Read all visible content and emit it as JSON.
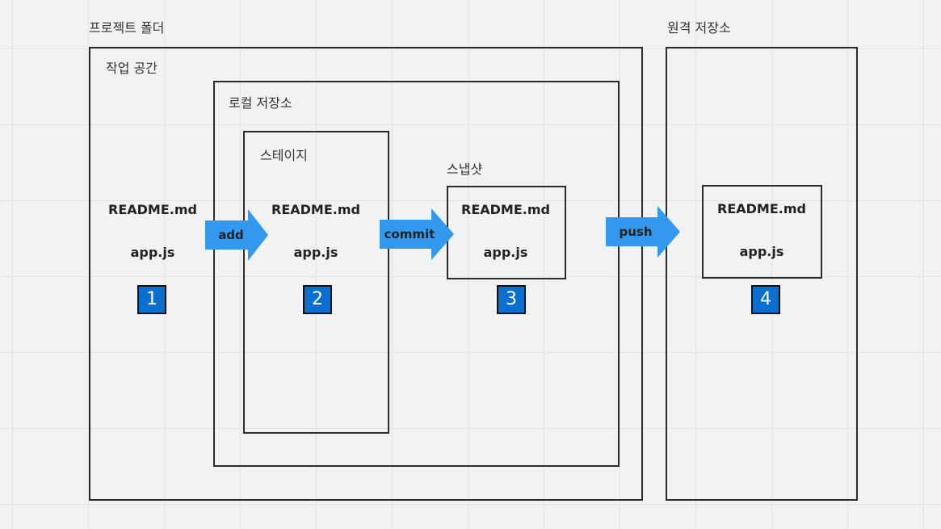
{
  "regions": {
    "project_folder": "프로젝트 폴더",
    "workspace": "작업 공간",
    "local_repo": "로컬 저장소",
    "stage": "스테이지",
    "snapshot": "스냅샷",
    "remote_repo": "원격 저장소"
  },
  "files": {
    "readme": "README.md",
    "app": "app.js"
  },
  "arrows": {
    "add": "add",
    "commit": "commit",
    "push": "push"
  },
  "badges": [
    "1",
    "2",
    "3",
    "4"
  ],
  "colors": {
    "badge": "#0a6fce",
    "arrow": "#3399ee",
    "border": "#2b2b2b",
    "background": "#f2f2f2"
  }
}
